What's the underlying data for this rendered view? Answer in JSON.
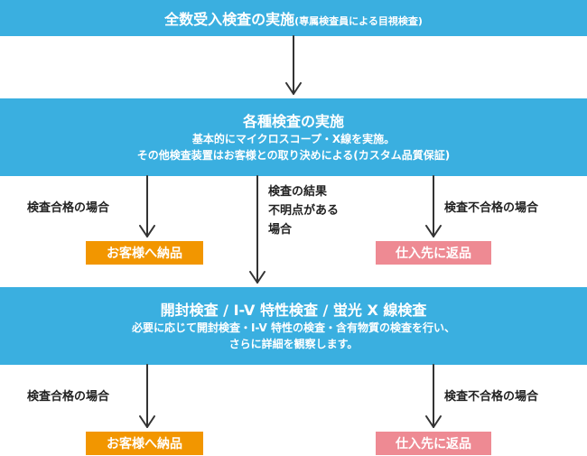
{
  "step1": {
    "title": "全数受入検査の実施",
    "note": "(専属検査員による目視検査)"
  },
  "step2": {
    "title": "各種検査の実施",
    "line1": "基本的にマイクロスコープ・X線を実施。",
    "line2": "その他検査装置はお客様との取り決めによる(カスタム品質保証)"
  },
  "branch1": {
    "pass_label": "検査合格の場合",
    "unclear_label_1": "検査の結果",
    "unclear_label_2": "不明点がある",
    "unclear_label_3": "場合",
    "fail_label": "検査不合格の場合",
    "pass_box": "お客様へ納品",
    "fail_box": "仕入先に返品"
  },
  "step3": {
    "title": "開封検査 / I-V 特性検査 / 蛍光 X 線検査",
    "line1": "必要に応じて開封検査・I-V 特性の検査・含有物質の検査を行い、",
    "line2": "さらに詳細を観察します。"
  },
  "branch2": {
    "pass_label": "検査合格の場合",
    "fail_label": "検査不合格の場合",
    "pass_box": "お客様へ納品",
    "fail_box": "仕入先に返品"
  },
  "colors": {
    "band": "#3aafe0",
    "pass_box": "#f29600",
    "fail_box": "#ee8a93",
    "arrow": "#333333"
  }
}
